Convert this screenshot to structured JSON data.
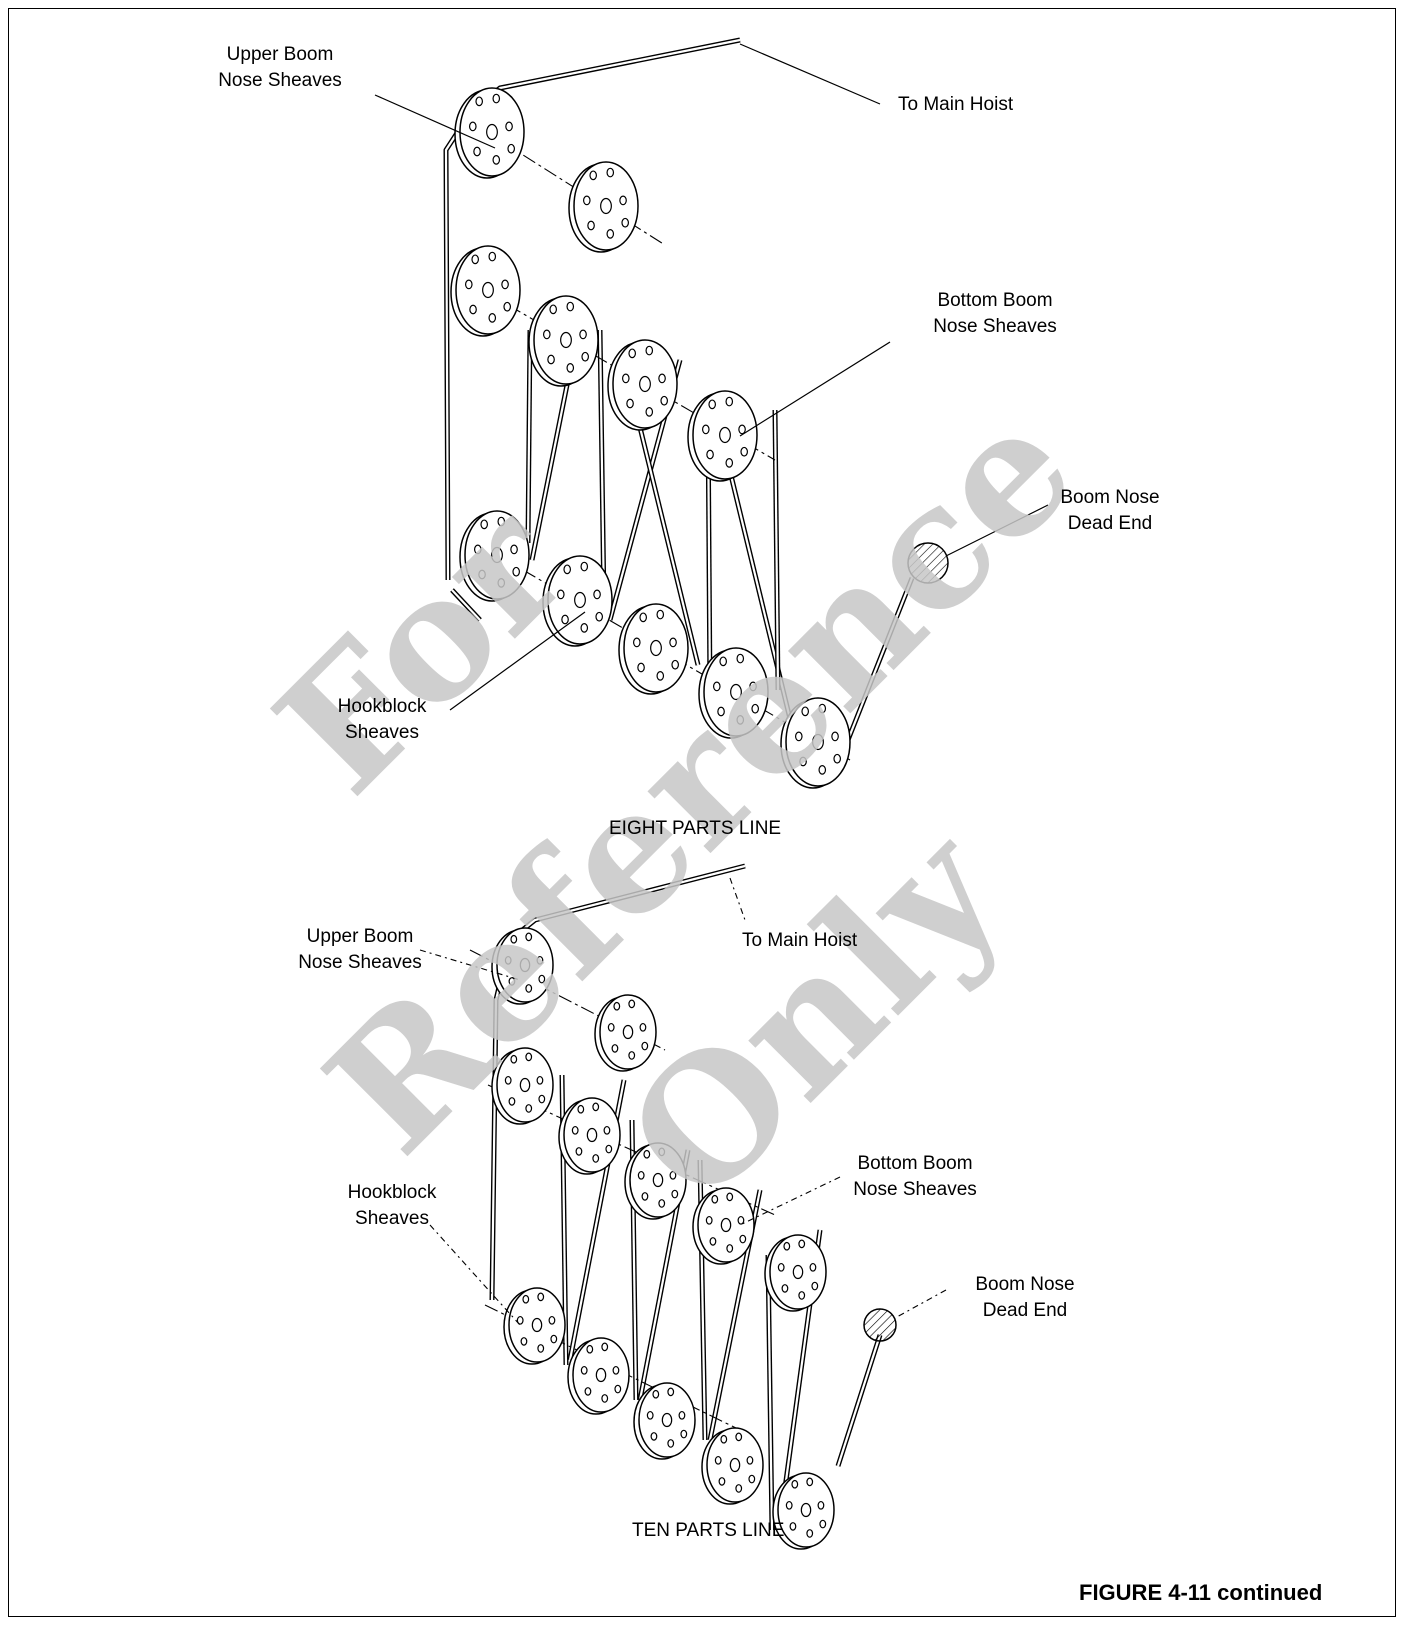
{
  "figure_title": "FIGURE 4-11 continued",
  "watermark": {
    "line1": "For",
    "line2": "Reference",
    "line3": "Only"
  },
  "diagram_top": {
    "caption": "EIGHT PARTS LINE",
    "labels": {
      "upper_boom": "Upper Boom\nNose Sheaves",
      "main_hoist": "To Main Hoist",
      "bottom_boom": "Bottom Boom\nNose Sheaves",
      "dead_end": "Boom Nose\nDead End",
      "hookblock": "Hookblock\nSheaves"
    }
  },
  "diagram_bottom": {
    "caption": "TEN PARTS LINE",
    "labels": {
      "upper_boom": "Upper Boom\nNose Sheaves",
      "main_hoist": "To Main Hoist",
      "bottom_boom": "Bottom Boom\nNose Sheaves",
      "dead_end": "Boom Nose\nDead End",
      "hookblock": "Hookblock\nSheaves"
    }
  }
}
